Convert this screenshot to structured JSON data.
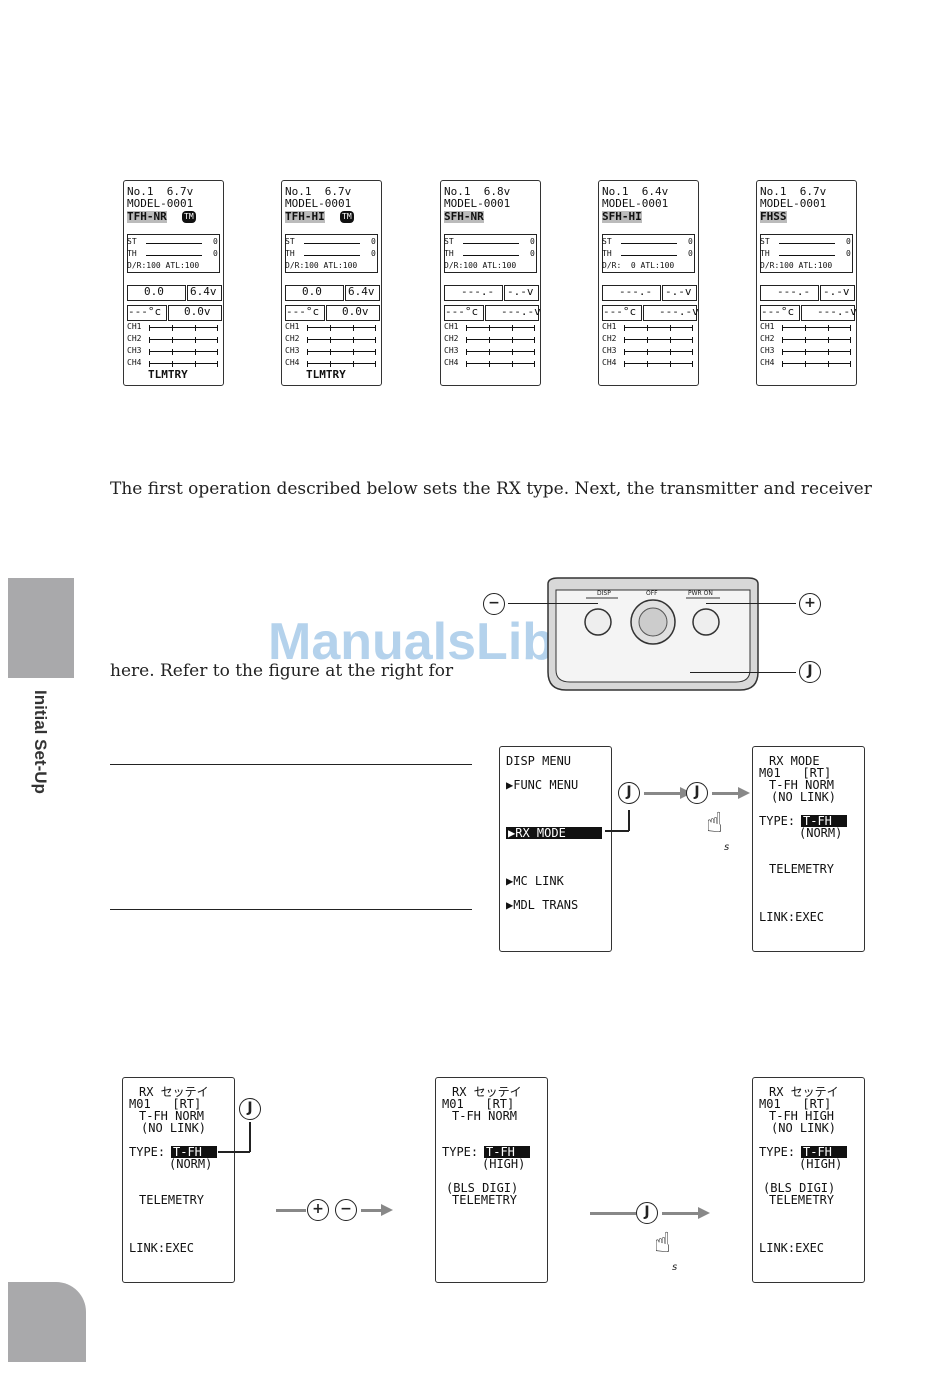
{
  "screens_top": [
    {
      "l1": "No.1  6.7v",
      "l2": "MODEL-0001",
      "l3": "TFH-NR",
      "tag": "TM",
      "bat1": "0.0",
      "bat2": "6.4v",
      "temp": "---°c",
      "bat3": "0.0v",
      "footer": "TLMTRY",
      "dr": "D/R:100 ATL:100"
    },
    {
      "l1": "No.1  6.7v",
      "l2": "MODEL-0001",
      "l3": "TFH-HI",
      "tag": "TM",
      "bat1": "0.0",
      "bat2": "6.4v",
      "temp": "---°c",
      "bat3": "0.0v",
      "footer": "TLMTRY",
      "dr": "D/R:100 ATL:100"
    },
    {
      "l1": "No.1  6.8v",
      "l2": "MODEL-0001",
      "l3": "SFH-NR",
      "tag": "",
      "bat1": "---.-",
      "bat2": "-.-v",
      "temp": "---°c",
      "bat3": "---.-v",
      "footer": "",
      "dr": "D/R:100 ATL:100"
    },
    {
      "l1": "No.1  6.4v",
      "l2": "MODEL-0001",
      "l3": "SFH-HI",
      "tag": "",
      "bat1": "---.-",
      "bat2": "-.-v",
      "temp": "---°c",
      "bat3": "---.-v",
      "footer": "",
      "dr": "D/R:  0 ATL:100"
    },
    {
      "l1": "No.1  6.7v",
      "l2": "MODEL-0001",
      "l3": "FHSS",
      "tag": "",
      "bat1": "---.-",
      "bat2": "-.-v",
      "temp": "---°c",
      "bat3": "---.-v",
      "footer": "",
      "dr": "D/R:100 ATL:100"
    }
  ],
  "ch_labels": [
    "CH1",
    "CH2",
    "CH3",
    "CH4"
  ],
  "st_label": "ST",
  "th_label": "TH",
  "zero": "0",
  "para1": "The first operation described below sets the RX type. Next, the transmitter and receiver",
  "para2": "here. Refer to the figure at the right for",
  "side_tab": "Initial Set-Up",
  "watermark": "ManualsLib.com",
  "device": {
    "disp": "DISP",
    "off": "OFF",
    "pwr": "PWR ON",
    "minus": "−",
    "plus": "+",
    "j": "J"
  },
  "menu": {
    "l1": "DISP MENU",
    "l2": "▶FUNC MENU",
    "l3": "▶RX MODE",
    "l4": "▶MC LINK",
    "l5": "▶MDL TRANS"
  },
  "rx1": {
    "l1": "RX MODE",
    "l2": "M01   [RT]",
    "l3": "T-FH NORM",
    "l4": "(NO LINK)",
    "type": "TYPE:",
    "val": "T-FH",
    "sub": "(NORM)",
    "tel": "TELEMETRY",
    "link": "LINK:EXEC"
  },
  "rx2": {
    "l1": "RX セッテイ",
    "l2": "M01   [RT]",
    "l3": "T-FH NORM",
    "l4": "(NO LINK)",
    "type": "TYPE:",
    "val": "T-FH",
    "sub": "(NORM)",
    "tel": "TELEMETRY",
    "link": "LINK:EXEC"
  },
  "rx3": {
    "l1": "RX セッテイ",
    "l2": "M01   [RT]",
    "l3": "T-FH NORM",
    "type": "TYPE:",
    "val": "T-FH",
    "sub": "(HIGH)",
    "bls": "(BLS DIGI)",
    "tel": "TELEMETRY"
  },
  "rx4": {
    "l1": "RX セッテイ",
    "l2": "M01   [RT]",
    "l3": "T-FH HIGH",
    "l4": "(NO LINK)",
    "type": "TYPE:",
    "val": "T-FH",
    "sub": "(HIGH)",
    "bls": "(BLS DIGI)",
    "tel": "TELEMETRY",
    "link": "LINK:EXEC"
  },
  "s_label": "s"
}
